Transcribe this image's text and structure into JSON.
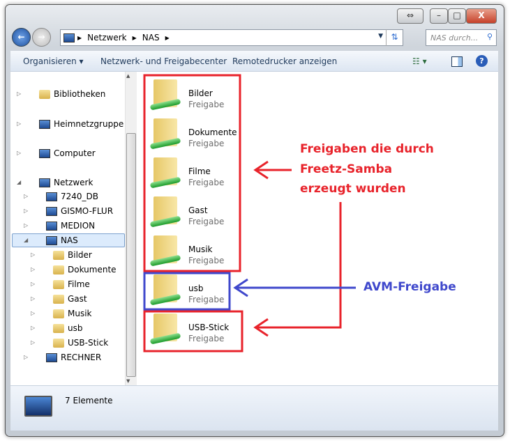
{
  "window": {
    "caption_buttons": [
      "⇔",
      "–",
      "□",
      "X"
    ]
  },
  "address": {
    "segments": [
      "Netzwerk",
      "NAS"
    ],
    "search_placeholder": "NAS durch..."
  },
  "toolbar": {
    "organize": "Organisieren ▾",
    "network_center": "Netzwerk- und Freigabecenter",
    "remote_printers": "Remotedrucker anzeigen"
  },
  "tree": {
    "top": [
      {
        "label": "Bibliotheken"
      },
      {
        "label": "Heimnetzgruppe"
      },
      {
        "label": "Computer"
      },
      {
        "label": "Netzwerk"
      }
    ],
    "hosts": [
      "7240_DB",
      "GISMO-FLUR",
      "MEDION",
      "NAS"
    ],
    "shares": [
      "Bilder",
      "Dokumente",
      "Filme",
      "Gast",
      "Musik",
      "usb",
      "USB-Stick"
    ],
    "last_host": "RECHNER"
  },
  "files": [
    {
      "name": "Bilder",
      "type": "Freigabe"
    },
    {
      "name": "Dokumente",
      "type": "Freigabe"
    },
    {
      "name": "Filme",
      "type": "Freigabe"
    },
    {
      "name": "Gast",
      "type": "Freigabe"
    },
    {
      "name": "Musik",
      "type": "Freigabe"
    },
    {
      "name": "usb",
      "type": "Freigabe"
    },
    {
      "name": "USB-Stick",
      "type": "Freigabe"
    }
  ],
  "annotations": {
    "freetz_lines": [
      "Freigaben die durch",
      "Freetz-Samba",
      "erzeugt wurden"
    ],
    "avm": "AVM-Freigabe",
    "red": "#e8232b",
    "blue": "#3f48cc"
  },
  "status": {
    "count": "7 Elemente"
  }
}
